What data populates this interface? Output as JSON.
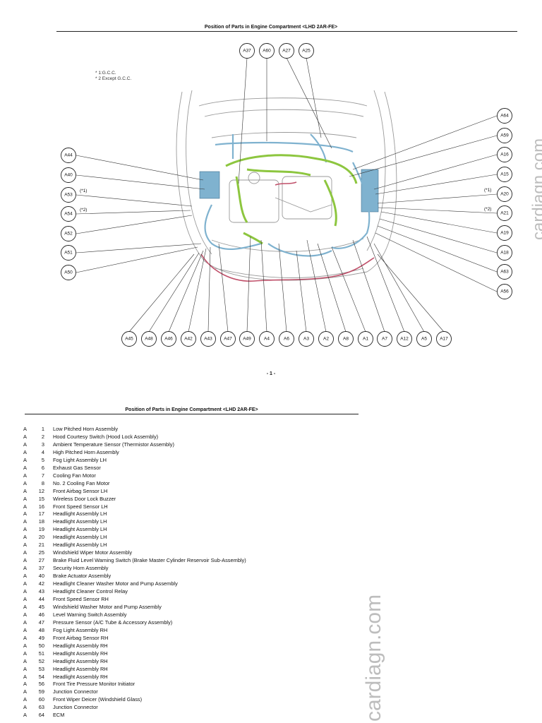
{
  "header": {
    "title": "Position of Parts in Engine Compartment <LHD 2AR-FE>"
  },
  "notes": [
    "* 1:G.C.C.",
    "* 2 Except G.C.C."
  ],
  "diagram": {
    "top_callouts": [
      "A37",
      "A60",
      "A27",
      "A25"
    ],
    "left_callouts": [
      "A44",
      "A40",
      "A53",
      "A54",
      "A52",
      "A51",
      "A50"
    ],
    "left_qualifiers": {
      "A53": "(*1)",
      "A54": "(*2)"
    },
    "right_callouts": [
      "A64",
      "A59",
      "A16",
      "A15",
      "A20",
      "A21",
      "A19",
      "A18",
      "A63",
      "A56"
    ],
    "right_qualifiers": {
      "A20": "(*1)",
      "A21": "(*2)"
    },
    "bottom_callouts": [
      "A45",
      "A48",
      "A46",
      "A42",
      "A43",
      "A47",
      "A49",
      "A4",
      "A6",
      "A3",
      "A2",
      "A8",
      "A1",
      "A7",
      "A12",
      "A5",
      "A17"
    ]
  },
  "page_number": "- 1 -",
  "parts_list": {
    "title": "Position of Parts in Engine Compartment <LHD 2AR-FE>",
    "items": [
      {
        "letter": "A",
        "num": "1",
        "name": "Low Pitched Horn Assembly"
      },
      {
        "letter": "A",
        "num": "2",
        "name": "Hood Courtesy Switch (Hood Lock Assembly)"
      },
      {
        "letter": "A",
        "num": "3",
        "name": "Ambient Temperature Sensor (Thermistor Assembly)"
      },
      {
        "letter": "A",
        "num": "4",
        "name": "High Pitched Horn Assembly"
      },
      {
        "letter": "A",
        "num": "5",
        "name": "Fog Light Assembly LH"
      },
      {
        "letter": "A",
        "num": "6",
        "name": "Exhaust Gas Sensor"
      },
      {
        "letter": "A",
        "num": "7",
        "name": "Cooling Fan Motor"
      },
      {
        "letter": "A",
        "num": "8",
        "name": "No. 2 Cooling Fan Motor"
      },
      {
        "letter": "A",
        "num": "12",
        "name": "Front Airbag Sensor LH"
      },
      {
        "letter": "A",
        "num": "15",
        "name": "Wireless Door Lock Buzzer"
      },
      {
        "letter": "A",
        "num": "16",
        "name": "Front Speed Sensor LH"
      },
      {
        "letter": "A",
        "num": "17",
        "name": "Headlight Assembly LH"
      },
      {
        "letter": "A",
        "num": "18",
        "name": "Headlight Assembly LH"
      },
      {
        "letter": "A",
        "num": "19",
        "name": "Headlight Assembly LH"
      },
      {
        "letter": "A",
        "num": "20",
        "name": "Headlight Assembly LH"
      },
      {
        "letter": "A",
        "num": "21",
        "name": "Headlight Assembly LH"
      },
      {
        "letter": "A",
        "num": "25",
        "name": "Windshield Wiper Motor Assembly"
      },
      {
        "letter": "A",
        "num": "27",
        "name": "Brake Fluid Level Warning Switch (Brake Master Cylinder Reservoir Sub-Assembly)"
      },
      {
        "letter": "A",
        "num": "37",
        "name": "Security Horn Assembly"
      },
      {
        "letter": "A",
        "num": "40",
        "name": "Brake Actuator Assembly"
      },
      {
        "letter": "A",
        "num": "42",
        "name": "Headlight Cleaner Washer Motor and Pump Assembly"
      },
      {
        "letter": "A",
        "num": "43",
        "name": "Headlight Cleaner Control Relay"
      },
      {
        "letter": "A",
        "num": "44",
        "name": "Front Speed Sensor RH"
      },
      {
        "letter": "A",
        "num": "45",
        "name": "Windshield Washer Motor and Pump Assembly"
      },
      {
        "letter": "A",
        "num": "46",
        "name": "Level Warning Switch Assembly"
      },
      {
        "letter": "A",
        "num": "47",
        "name": "Pressure Sensor (A/C Tube & Accessory Assembly)"
      },
      {
        "letter": "A",
        "num": "48",
        "name": "Fog Light Assembly RH"
      },
      {
        "letter": "A",
        "num": "49",
        "name": "Front Airbag Sensor RH"
      },
      {
        "letter": "A",
        "num": "50",
        "name": "Headlight Assembly RH"
      },
      {
        "letter": "A",
        "num": "51",
        "name": "Headlight Assembly RH"
      },
      {
        "letter": "A",
        "num": "52",
        "name": "Headlight Assembly RH"
      },
      {
        "letter": "A",
        "num": "53",
        "name": "Headlight Assembly RH"
      },
      {
        "letter": "A",
        "num": "54",
        "name": "Headlight Assembly RH"
      },
      {
        "letter": "A",
        "num": "56",
        "name": "Front Tire Pressure Monitor Initiator"
      },
      {
        "letter": "A",
        "num": "59",
        "name": "Junction Connector"
      },
      {
        "letter": "A",
        "num": "60",
        "name": "Front Wiper Deicer (Windshield Glass)"
      },
      {
        "letter": "A",
        "num": "63",
        "name": "Junction Connector"
      },
      {
        "letter": "A",
        "num": "64",
        "name": "ECM"
      }
    ]
  },
  "watermark": "cardiagn.com",
  "colors": {
    "harness_green": "#8dc63f",
    "harness_blue": "#7fb2cf",
    "wire_red": "#c0506a",
    "outline": "#9a9a9a"
  }
}
